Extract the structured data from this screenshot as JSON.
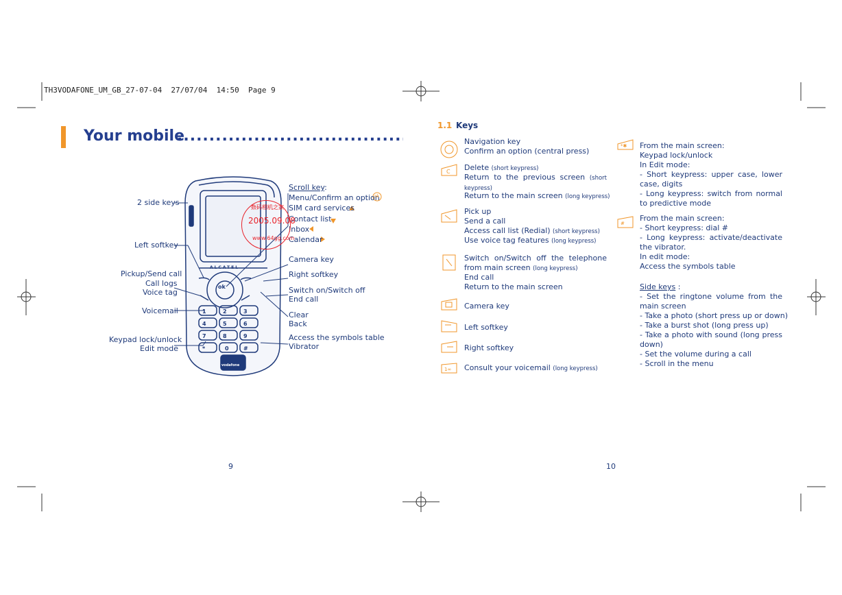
{
  "header": {
    "print_line": "TH3VODAFONE_UM_GB_27-07-04  27/07/04  14:50  Page 9"
  },
  "left_page": {
    "title": "Your mobile",
    "title_dots": ".....................................................",
    "page_number": "9",
    "phone_brand_top": "ALCATEL",
    "phone_brand_bottom": "vodafone",
    "labels_left": {
      "side_keys": "2 side keys",
      "left_softkey": "Left softkey",
      "pickup": "Pickup/Send call",
      "call_logs": "Call logs",
      "voice_tag": "Voice tag",
      "voicemail": "Voicemail",
      "keypad_lock": "Keypad lock/unlock",
      "edit_mode": "Edit mode"
    },
    "labels_right": {
      "scroll_key": "Scroll key",
      "scroll_colon": ":",
      "menu_confirm": "Menu/Confirm an option",
      "sim_card": "SIM card services",
      "contact_list": "Contact list",
      "inbox": "Inbox",
      "calendar": "Calendar",
      "camera_key": "Camera key",
      "right_softkey": "Right softkey",
      "switch_on_off": "Switch on/Switch off",
      "end_call": "End call",
      "clear": "Clear",
      "back": "Back",
      "symbols": "Access the symbols table",
      "vibrator": "Vibrator"
    },
    "watermark": {
      "line1": "数码相机之家",
      "line2": "2005.09.08",
      "line3": "www.64gg.com"
    }
  },
  "right_page": {
    "section_number": "1.1",
    "section_title": "Keys",
    "page_number": "10",
    "col1": {
      "nav_1": "Navigation key",
      "nav_2": "Confirm an option (central press)",
      "del_1": "Delete",
      "del_1s": "(short keypress)",
      "del_2": "Return to the previous screen",
      "del_2s": "(short keypress)",
      "del_3": "Return to the main screen",
      "del_3s": "(long keypress)",
      "pick_1": "Pick up",
      "pick_2": "Send a call",
      "pick_3": "Access call list (Redial)",
      "pick_3s": "(short keypress)",
      "pick_4": "Use voice tag features",
      "pick_4s": "(long keypress)",
      "sw_1": "Switch on/Switch off the telephone from main screen",
      "sw_1s": "(long keypress)",
      "sw_2": "End call",
      "sw_3": "Return to the main screen",
      "cam": "Camera key",
      "lsk": "Left softkey",
      "rsk": "Right softkey",
      "vm": "Consult your voicemail",
      "vm_s": "(long keypress)"
    },
    "col2": {
      "star_1": "From the main screen:",
      "star_2": "Keypad lock/unlock",
      "star_3": "In Edit mode:",
      "star_4": "- Short keypress: upper case, lower case, digits",
      "star_5": "- Long keypress: switch from normal to predictive mode",
      "hash_1": "From the main screen:",
      "hash_2": "- Short keypress: dial #",
      "hash_3": "- Long keypress: activate/deactivate the vibrator.",
      "hash_4": "In edit mode:",
      "hash_5": "Access the symbols table",
      "side_title": "Side keys",
      "side_colon": " :",
      "side_1": "- Set the ringtone volume from the main screen",
      "side_2": "- Take a photo (short press up or down)",
      "side_3": "- Take a burst shot (long press up)",
      "side_4": "- Take a photo with sound (long press down)",
      "side_5": "- Set the volume during a call",
      "side_6": "- Scroll in the menu"
    }
  },
  "colors": {
    "navy": "#1f3a7a",
    "title_blue": "#253f8f",
    "orange": "#f0962a",
    "watermark_red": "#e8222a"
  },
  "icons": [
    "ok-icon",
    "clear-key-icon",
    "pickup-key-icon",
    "end-key-icon",
    "camera-key-icon",
    "left-softkey-icon",
    "right-softkey-icon",
    "voicemail-key-icon",
    "star-key-icon",
    "hash-key-icon",
    "up-arrow-icon",
    "down-arrow-icon",
    "left-arrow-icon",
    "right-arrow-icon",
    "crop-mark-icon",
    "registration-mark-icon"
  ]
}
